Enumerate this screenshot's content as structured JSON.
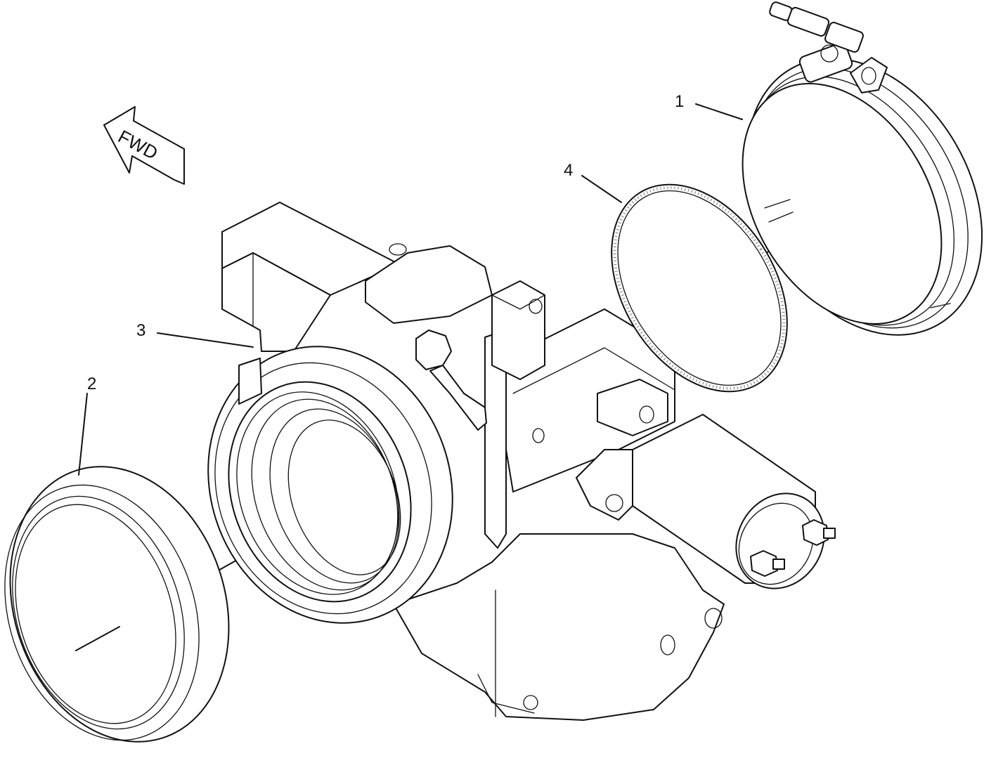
{
  "direction_label": "FWD",
  "callouts": {
    "c1": "1",
    "c2": "2",
    "c3": "3",
    "c4": "4"
  },
  "colors": {
    "line": "#111111",
    "background": "#ffffff"
  }
}
